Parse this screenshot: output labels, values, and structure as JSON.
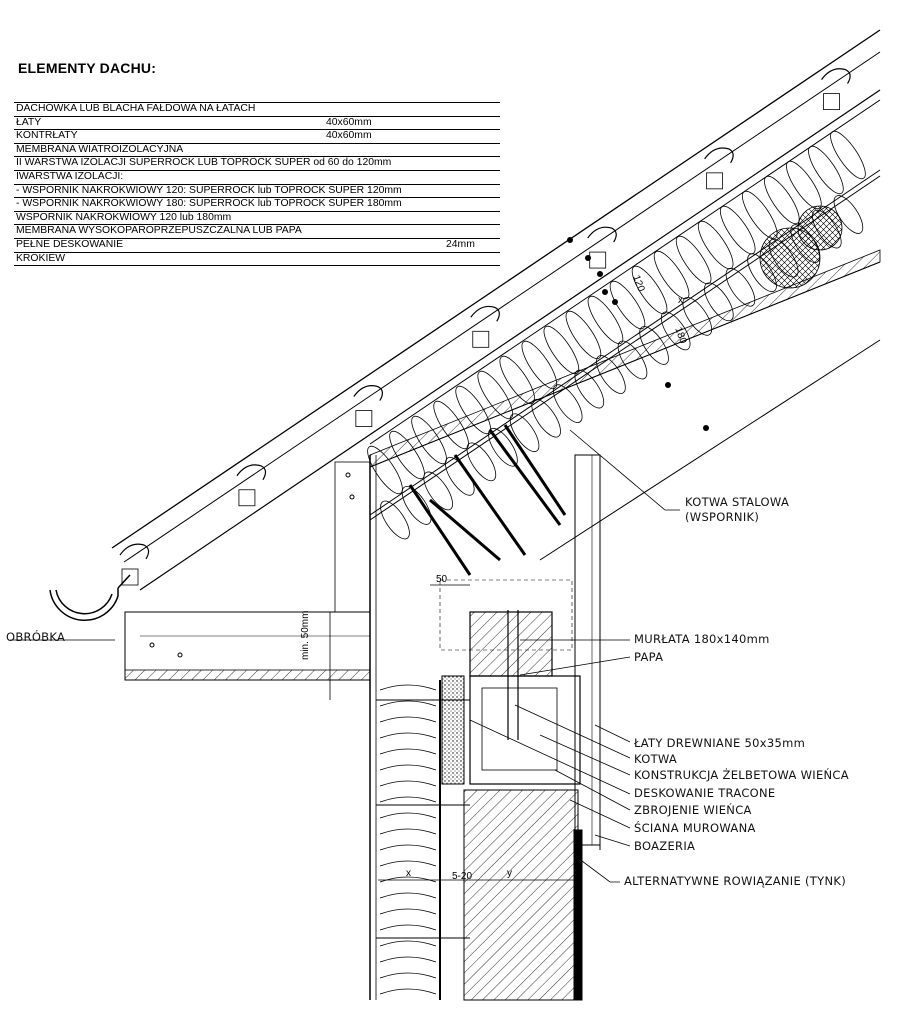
{
  "title": "ELEMENTY DACHU:",
  "layers": [
    {
      "name": "DACHÓWKA LUB BLACHA FAŁDOWA NA ŁATACH",
      "spec": ""
    },
    {
      "name": "ŁATY",
      "spec": "40x60mm"
    },
    {
      "name": "KONTRŁATY",
      "spec": "40x60mm"
    },
    {
      "name": "MEMBRANA WIATROIZOLACYJNA",
      "spec": ""
    },
    {
      "name": "II WARSTWA IZOLACJI  SUPERROCK LUB TOPROCK SUPER od 60 do 120mm",
      "spec": ""
    },
    {
      "name": "IWARSTWA IZOLACJI:",
      "spec": ""
    },
    {
      "name": "- WSPORNIK NAKROKWIOWY 120: SUPERROCK lub TOPROCK SUPER  120mm",
      "spec": ""
    },
    {
      "name": "- WSPORNIK NAKROKWIOWY 180: SUPERROCK lub TOPROCK SUPER  180mm",
      "spec": ""
    },
    {
      "name": "WSPORNIK NAKROKWIOWY 120 lub 180mm",
      "spec": ""
    },
    {
      "name": "MEMBRANA WYSOKOPAROPRZEPUSZCZALNA LUB PAPA",
      "spec": ""
    },
    {
      "name": "PEŁNE DESKOWANIE",
      "spec": "24mm"
    },
    {
      "name": "KROKIEW",
      "spec": ""
    }
  ],
  "labels": {
    "kotwa_stalowa_1": "KOTWA STALOWA",
    "kotwa_stalowa_2": "(WSPORNIK)",
    "obrobka": "OBRÓBKA",
    "murlata": "MURŁATA 180x140mm",
    "papa": "PAPA",
    "laty_drewniane": "ŁATY DREWNIANE 50x35mm",
    "kotwa": "KOTWA",
    "konstrukcja": "KONSTRUKCJA ŻELBETOWA WIEŃCA",
    "deskowanie": "DESKOWANIE TRACONE",
    "zbrojenie": "ZBROJENIE WIEŃCA",
    "sciana": "ŚCIANA MUROWANA",
    "boazeria": "BOAZERIA",
    "alternatywne": "ALTERNATYWNE ROWIĄZANIE (TYNK)"
  },
  "dimensions": {
    "d120": "120",
    "d180": "180",
    "d50": "50",
    "min50": "min. 50mm",
    "gap": "5-20",
    "x": "x",
    "y": "y"
  },
  "colors": {
    "line": "#000000",
    "background": "#ffffff"
  }
}
